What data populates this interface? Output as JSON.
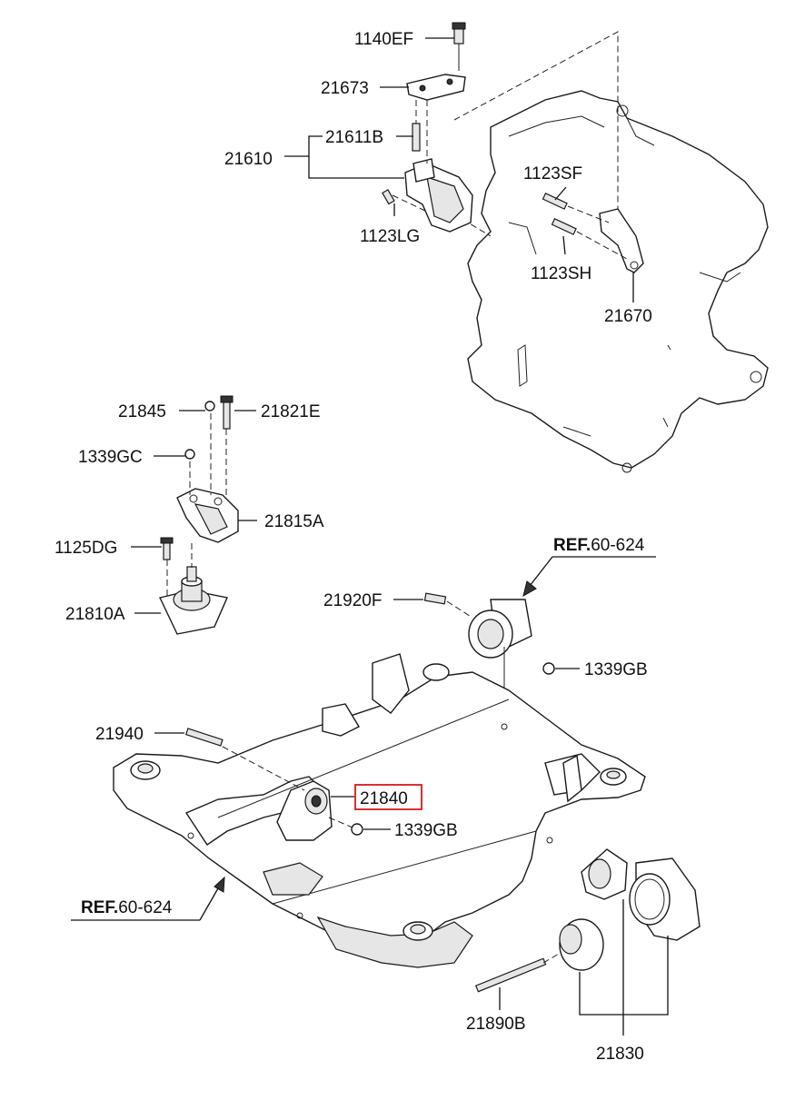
{
  "diagram": {
    "highlight_color": "#d7191c",
    "parts": {
      "p1140EF": "1140EF",
      "p21673": "21673",
      "p21611B": "21611B",
      "p21610": "21610",
      "p1123LG": "1123LG",
      "p1123SF": "1123SF",
      "p1123SH": "1123SH",
      "p21670": "21670",
      "p21845": "21845",
      "p21821E": "21821E",
      "p1339GC": "1339GC",
      "p21815A": "21815A",
      "p1125DG": "1125DG",
      "p21810A": "21810A",
      "p21920F": "21920F",
      "p1339GB_top": "1339GB",
      "p21940": "21940",
      "p21840": "21840",
      "p1339GB_mid": "1339GB",
      "p21890B": "21890B",
      "p21830": "21830"
    },
    "refs": {
      "top": {
        "bold": "REF.",
        "num": "60-624"
      },
      "left": {
        "bold": "REF.",
        "num": "60-624"
      }
    }
  }
}
